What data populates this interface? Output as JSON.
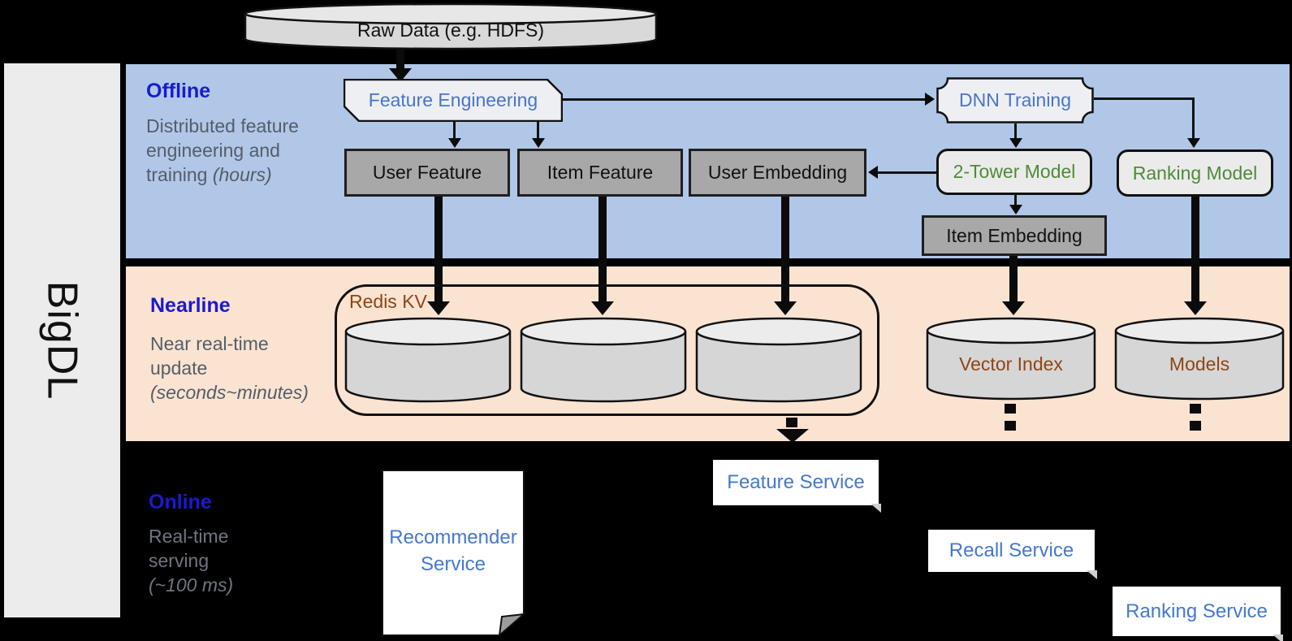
{
  "brand": "BigDL",
  "source": {
    "label": "Raw Data (e.g. HDFS)"
  },
  "regions": {
    "offline": {
      "title": "Offline",
      "desc": "Distributed feature engineering and training",
      "desc_note": "(hours)"
    },
    "nearline": {
      "title": "Nearline",
      "desc": "Near real-time update",
      "desc_note": "(seconds~minutes)"
    },
    "online": {
      "title": "Online",
      "desc": "Real-time serving",
      "desc_note": "(~100 ms)"
    }
  },
  "offline": {
    "feature_engineering": "Feature Engineering",
    "dnn_training": "DNN Training",
    "user_feature": "User Feature",
    "item_feature": "Item Feature",
    "user_embedding": "User Embedding",
    "two_tower_model": "2-Tower Model",
    "ranking_model": "Ranking Model",
    "item_embedding": "Item Embedding"
  },
  "nearline": {
    "redis_kv": "Redis KV",
    "vector_index": "Vector Index",
    "models": "Models"
  },
  "online": {
    "recommender_service": "Recommender Service",
    "feature_service": "Feature Service",
    "recall_service": "Recall Service",
    "ranking_service": "Ranking Service"
  },
  "colors": {
    "offline_bg": "#b0c7e8",
    "nearline_bg": "#fbe3d1",
    "online_bg": "#000000",
    "region_title_blue": "#1a1ad0",
    "box_label_blue": "#4a74c9",
    "model_green": "#4f8a38",
    "storage_brown": "#8f4515",
    "service_blue": "#4478d0",
    "gray_box_fill": "#a8a8a8",
    "cylinder_fill": "#d6d6d6"
  }
}
